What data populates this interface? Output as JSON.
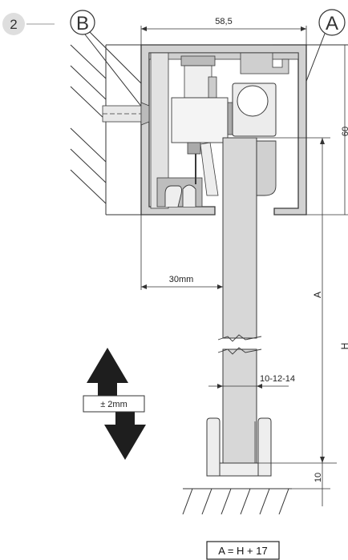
{
  "step_number": "2",
  "callout_left": "B",
  "callout_right": "A",
  "dim_profile_width": "58,5",
  "dim_profile_height": "60",
  "dim_offset": "30mm",
  "dim_a_label": "A",
  "dim_h_label": "H",
  "dim_thickness": "10-12-14",
  "dim_floor_gap": "10",
  "adjust_label": "± 2mm",
  "formula": "A = H + 17",
  "colors": {
    "profile": "#d2d2d2",
    "door": "#d7d7d7",
    "outline": "#3a3a3a",
    "badge": "#dedede",
    "arrow": "#1e1e1e"
  }
}
